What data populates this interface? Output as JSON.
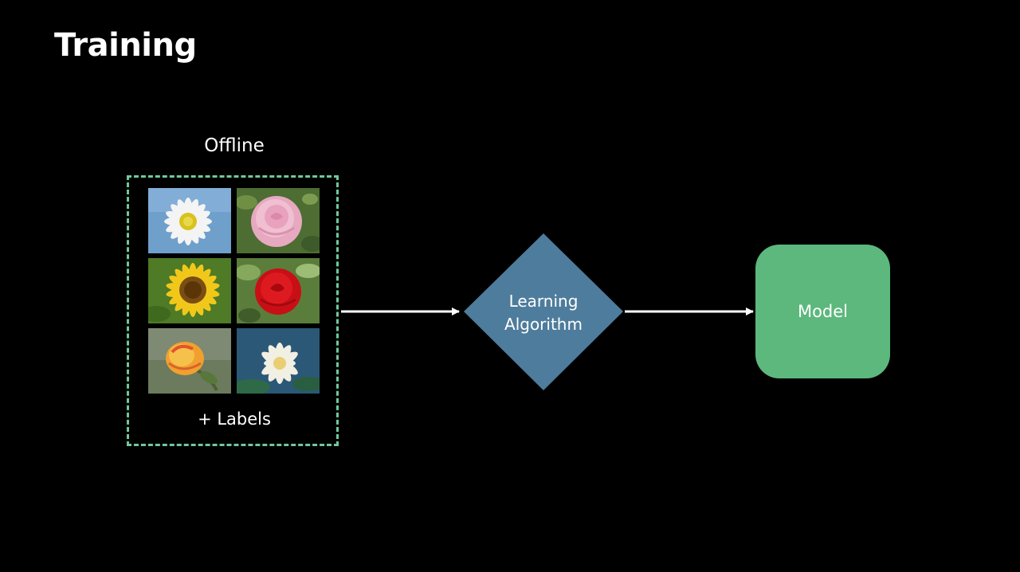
{
  "slide": {
    "title": "Training"
  },
  "diagram": {
    "dataset": {
      "label": "Offline",
      "caption": "+ Labels",
      "border_color": "#6fc89a",
      "images": [
        {
          "name": "daisy-image"
        },
        {
          "name": "pink-rose-image"
        },
        {
          "name": "sunflower-image"
        },
        {
          "name": "red-rose-image"
        },
        {
          "name": "orange-rose-image"
        },
        {
          "name": "water-lily-image"
        }
      ]
    },
    "algorithm": {
      "line1": "Learning",
      "line2": "Algorithm",
      "color": "#4e7c9c"
    },
    "model": {
      "label": "Model",
      "color": "#5cb87c"
    },
    "arrows": [
      {
        "from": "dataset",
        "to": "algorithm"
      },
      {
        "from": "algorithm",
        "to": "model"
      }
    ]
  }
}
